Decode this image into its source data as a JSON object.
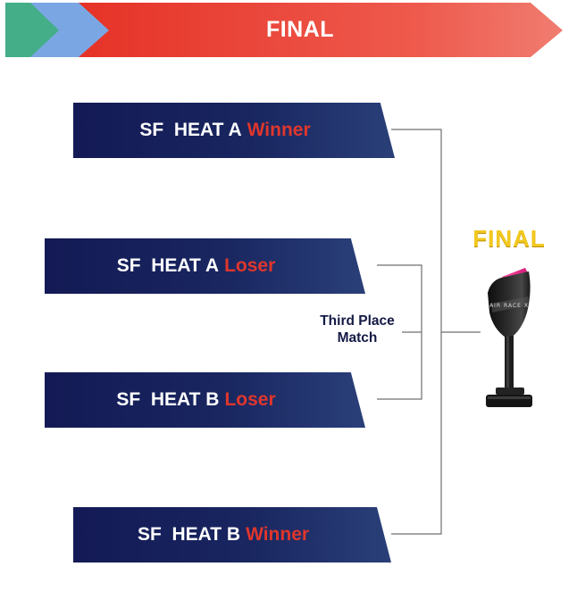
{
  "header": {
    "title": "FINAL"
  },
  "bracket": {
    "semifinal_a_winner": {
      "prefix": "SF  HEAT A",
      "result": "Winner"
    },
    "semifinal_a_loser": {
      "prefix": "SF  HEAT A",
      "result": "Loser"
    },
    "semifinal_b_loser": {
      "prefix": "SF  HEAT B",
      "result": "Loser"
    },
    "semifinal_b_winner": {
      "prefix": "SF  HEAT B",
      "result": "Winner"
    },
    "third_place_label_line1": "Third Place",
    "third_place_label_line2": "Match",
    "final_label": "FINAL"
  },
  "trophy": {
    "logo_text": "AIR RACE X"
  },
  "colors": {
    "banner_red": "#e83a2e",
    "banner_blue": "#78a6e3",
    "banner_green": "#45b089",
    "slot_navy": "#131a55",
    "highlight_red": "#e0362c",
    "final_gold": "#f2c81e"
  }
}
